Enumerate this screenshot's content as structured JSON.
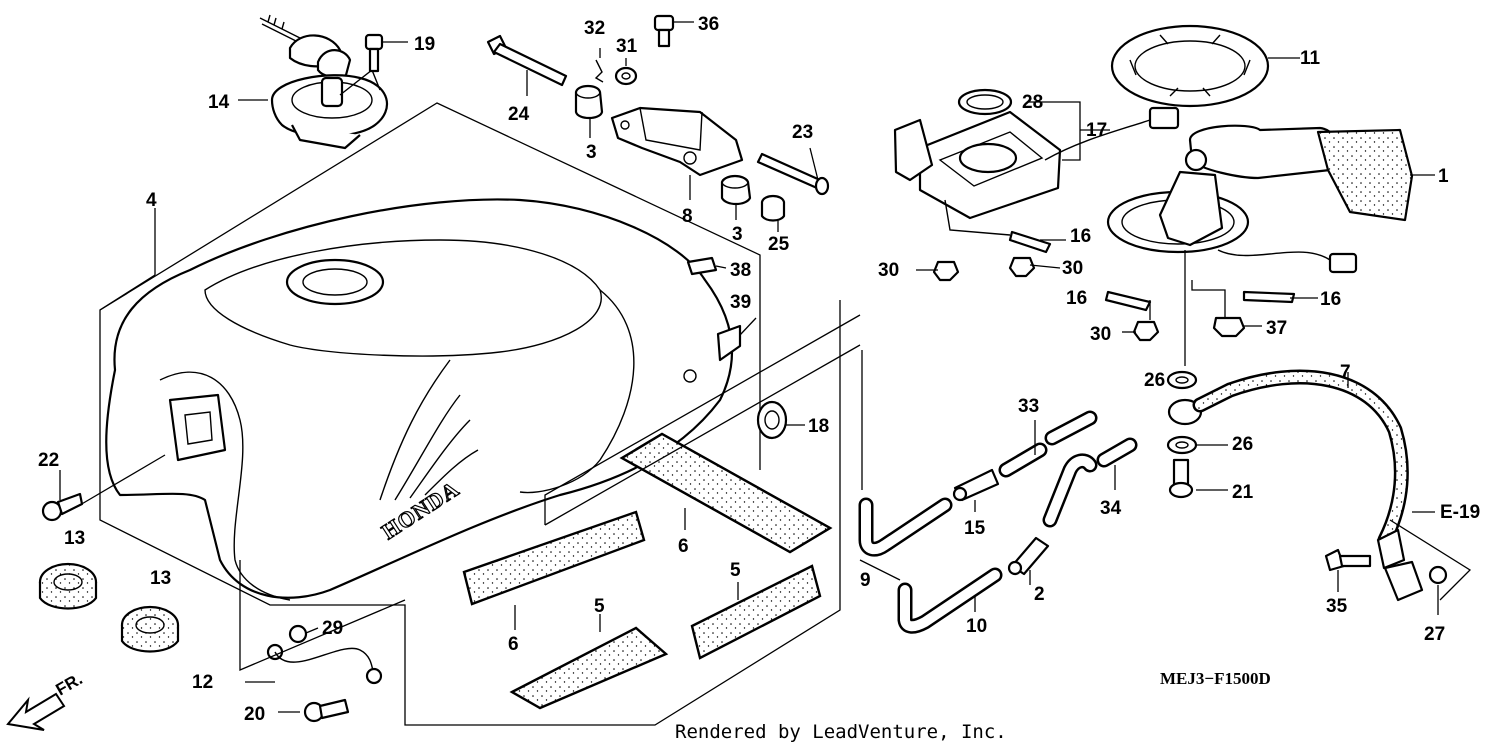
{
  "diagram_code": "MEJ3−F1500D",
  "credit": "Rendered by LeadVenture, Inc.",
  "front_arrow_label": "FR.",
  "ref_label": "E-19",
  "tank_stamp": "HONDA",
  "callouts": [
    {
      "id": "c1",
      "text": "1"
    },
    {
      "id": "c2",
      "text": "2"
    },
    {
      "id": "c3a",
      "text": "3"
    },
    {
      "id": "c3b",
      "text": "3"
    },
    {
      "id": "c4",
      "text": "4"
    },
    {
      "id": "c5a",
      "text": "5"
    },
    {
      "id": "c5b",
      "text": "5"
    },
    {
      "id": "c6a",
      "text": "6"
    },
    {
      "id": "c6b",
      "text": "6"
    },
    {
      "id": "c7",
      "text": "7"
    },
    {
      "id": "c8",
      "text": "8"
    },
    {
      "id": "c9",
      "text": "9"
    },
    {
      "id": "c10",
      "text": "10"
    },
    {
      "id": "c11",
      "text": "11"
    },
    {
      "id": "c12",
      "text": "12"
    },
    {
      "id": "c13a",
      "text": "13"
    },
    {
      "id": "c13b",
      "text": "13"
    },
    {
      "id": "c14",
      "text": "14"
    },
    {
      "id": "c15",
      "text": "15"
    },
    {
      "id": "c16a",
      "text": "16"
    },
    {
      "id": "c16b",
      "text": "16"
    },
    {
      "id": "c16c",
      "text": "16"
    },
    {
      "id": "c17",
      "text": "17"
    },
    {
      "id": "c18",
      "text": "18"
    },
    {
      "id": "c19",
      "text": "19"
    },
    {
      "id": "c20",
      "text": "20"
    },
    {
      "id": "c21",
      "text": "21"
    },
    {
      "id": "c22",
      "text": "22"
    },
    {
      "id": "c23",
      "text": "23"
    },
    {
      "id": "c24",
      "text": "24"
    },
    {
      "id": "c25",
      "text": "25"
    },
    {
      "id": "c26a",
      "text": "26"
    },
    {
      "id": "c26b",
      "text": "26"
    },
    {
      "id": "c27",
      "text": "27"
    },
    {
      "id": "c28",
      "text": "28"
    },
    {
      "id": "c29",
      "text": "29"
    },
    {
      "id": "c30a",
      "text": "30"
    },
    {
      "id": "c30b",
      "text": "30"
    },
    {
      "id": "c30c",
      "text": "30"
    },
    {
      "id": "c31",
      "text": "31"
    },
    {
      "id": "c32",
      "text": "32"
    },
    {
      "id": "c33",
      "text": "33"
    },
    {
      "id": "c34",
      "text": "34"
    },
    {
      "id": "c35",
      "text": "35"
    },
    {
      "id": "c36",
      "text": "36"
    },
    {
      "id": "c37",
      "text": "37"
    },
    {
      "id": "c38",
      "text": "38"
    },
    {
      "id": "c39",
      "text": "39"
    }
  ]
}
